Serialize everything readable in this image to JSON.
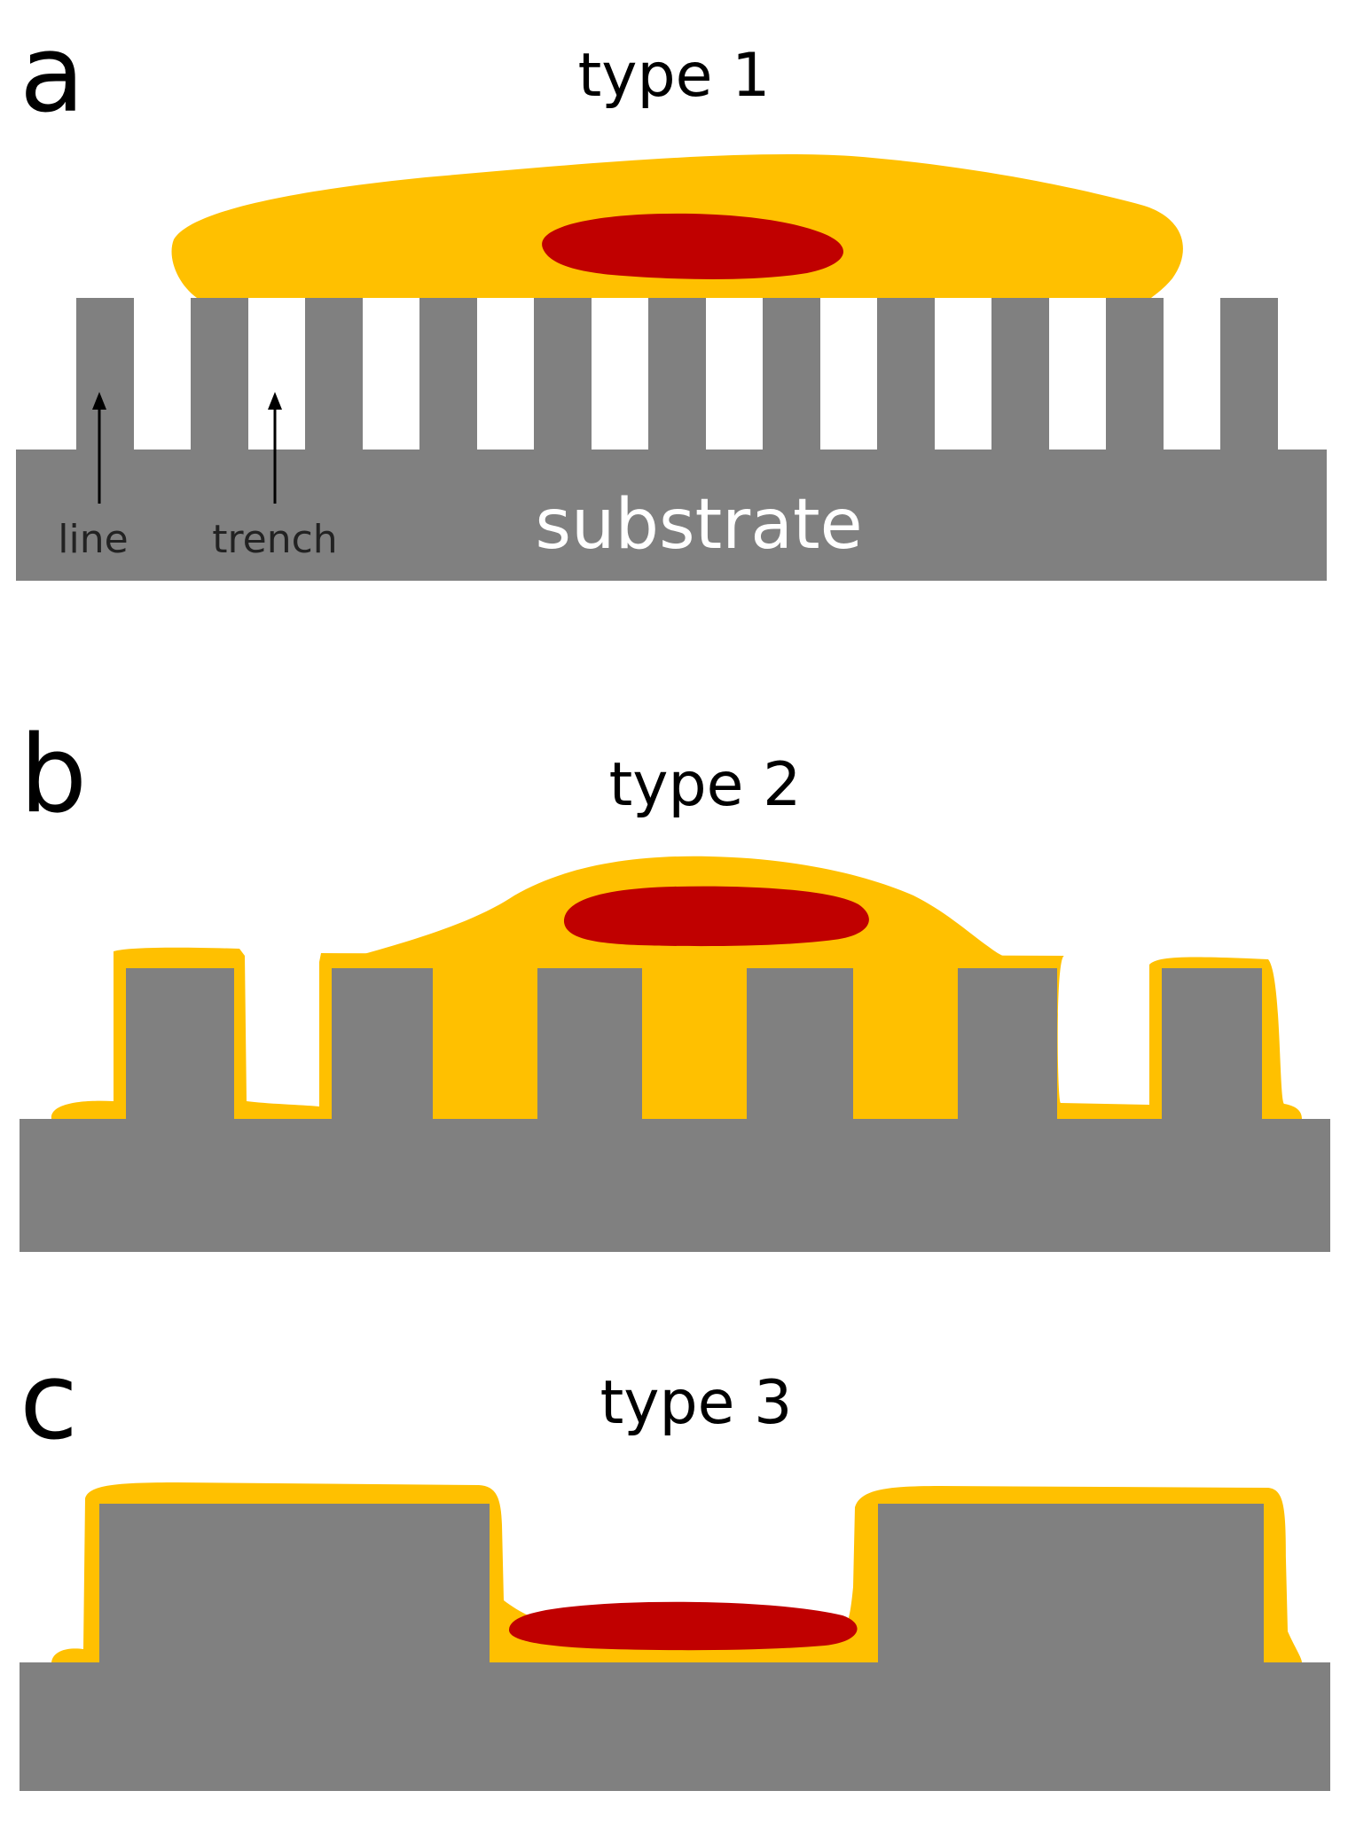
{
  "colors": {
    "substrate": "#808080",
    "cell": "#FFC000",
    "nucleus": "#C00000",
    "background": "#FFFFFF",
    "arrow": "#000000"
  },
  "panels": {
    "a": {
      "letter": "a",
      "title": "type 1"
    },
    "b": {
      "letter": "b",
      "title": "type 2"
    },
    "c": {
      "letter": "c",
      "title": "type 3"
    }
  },
  "labels": {
    "line": "line",
    "trench": "trench",
    "substrate": "substrate"
  }
}
